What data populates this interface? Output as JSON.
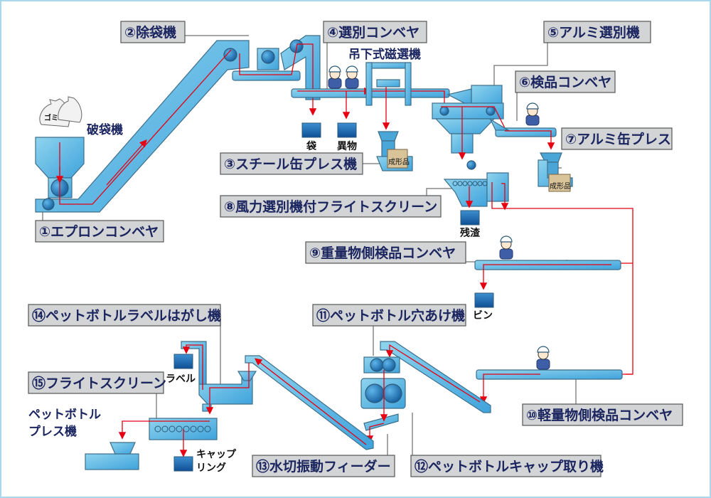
{
  "colors": {
    "frame": "#a8d8ec",
    "label_bg": "#d3d4d5",
    "label_text": "#1b2560",
    "machine": "#5bb8e0",
    "flow": "#e60012"
  },
  "labels": {
    "l1": "①エプロンコンベヤ",
    "l2": "②除袋機",
    "l3": "③スチール缶プレス機",
    "l4": "④選別コンベヤ",
    "l5": "⑤アルミ選別機",
    "l6": "⑥検品コンベヤ",
    "l7": "⑦アルミ缶プレス",
    "l8": "⑧風力選別機付フライトスクリーン",
    "l9": "⑨重量物側検品コンベヤ",
    "l10": "⑩軽量物側検品コンベヤ",
    "l11": "⑪ペットボトル穴あけ機",
    "l12": "⑫ペットボトルキャップ取り機",
    "l13": "⑬水切振動フィーダー",
    "l14": "⑭ペットボトルラベルはがし機",
    "l15": "⑮フライトスクリーン"
  },
  "plain": {
    "bag_breaker": "破袋機",
    "magnet": "吊下式磁選機",
    "bag": "袋",
    "foreign": "異物",
    "molded1": "成形品",
    "molded2": "成形品",
    "residue": "残渣",
    "bottle": "ビン",
    "label": "ラベル",
    "cap1": "キャップ",
    "cap2": "リング",
    "press1": "ペットボトル",
    "press2": "プレス機",
    "garbage": "ゴミ"
  },
  "icons": [
    "garbage-bag-icon",
    "worker-icon",
    "collection-bin-icon",
    "molded-block-icon"
  ]
}
